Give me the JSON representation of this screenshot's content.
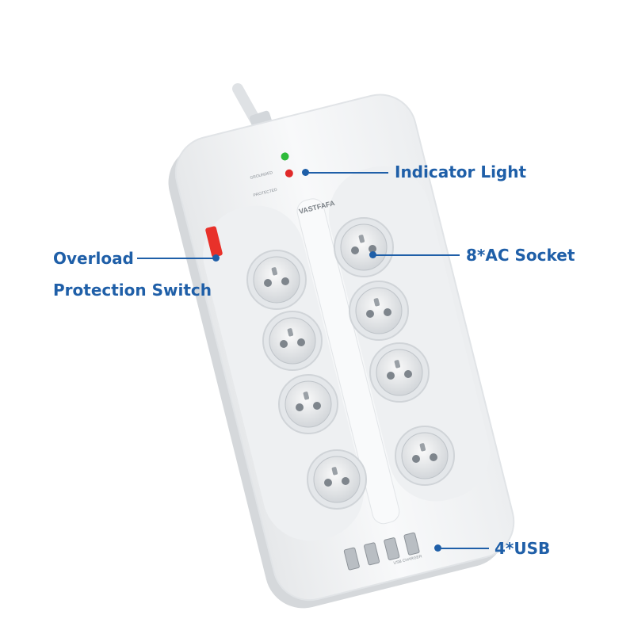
{
  "product": {
    "brand": "VASTFAFA",
    "indicator_labels": {
      "grounded": "GROUNDED",
      "protected": "PROTECTED"
    },
    "usb_label": "USB CHARGER"
  },
  "callouts": {
    "indicator": "Indicator Light",
    "overload_line1": "Overload",
    "overload_line2": "Protection Switch",
    "ac_socket": "8*AC Socket",
    "usb": "4*USB"
  },
  "colors": {
    "callout": "#1f5fa8",
    "body": "#f4f5f6",
    "body_shadow": "#d9dcdf",
    "switch": "#e8312a",
    "led_green": "#2dbb3a",
    "led_red": "#e02a2a"
  }
}
